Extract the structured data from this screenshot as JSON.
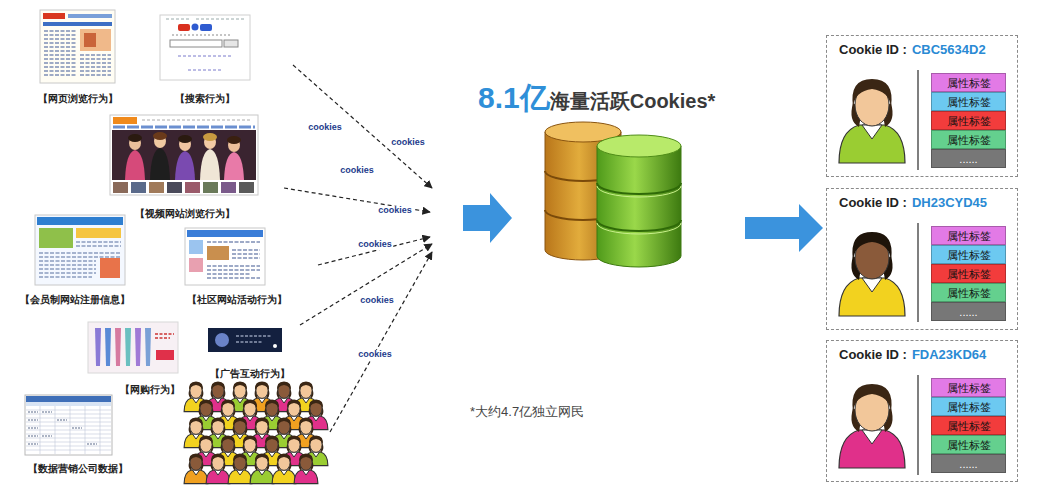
{
  "diagram": {
    "nodes": [
      {
        "text": [
          "8.1亿",
          "海量活跃Cookies*"
        ]
      },
      {
        "text": [
          "Cookie ID :",
          "CBC5634D2"
        ]
      },
      {
        "text": [
          "属性标签"
        ],
        "in": 1
      },
      {
        "text": [
          "属性标签"
        ],
        "in": 1
      },
      {
        "text": [
          "属性标签"
        ],
        "in": 1
      },
      {
        "text": [
          "属性标签"
        ],
        "in": 1
      },
      {
        "text": [
          "......"
        ],
        "in": 1
      },
      {
        "text": [
          "Cookie ID :",
          "DH23CYD45"
        ]
      },
      {
        "text": [
          "属性标签"
        ],
        "in": 7
      },
      {
        "text": [
          "属性标签"
        ],
        "in": 7
      },
      {
        "text": [
          "属性标签"
        ],
        "in": 7
      },
      {
        "text": [
          "属性标签"
        ],
        "in": 7
      },
      {
        "text": [
          "......"
        ],
        "in": 7
      },
      {
        "text": [
          "Cookie ID :",
          "FDA23KD64"
        ]
      },
      {
        "text": [
          "属性标签"
        ],
        "in": 13
      },
      {
        "text": [
          "属性标签"
        ],
        "in": 13
      },
      {
        "text": [
          "属性标签"
        ],
        "in": 13
      },
      {
        "text": [
          "属性标签"
        ],
        "in": 13
      },
      {
        "text": [
          "......"
        ],
        "in": 13
      }
    ],
    "edges": [
      {
        "from": 0,
        "to": 7,
        "arrow": "to"
      }
    ],
    "labels": [
      "【网页浏览行为】",
      "【搜索行为】",
      "【视频网站浏览行为】",
      "【会员制网站注册信息】",
      "【社区网站活动行为】",
      "【网购行为】",
      "【广告互动行为】",
      "【数据营销公司数据】",
      "cookies",
      "cookies",
      "cookies",
      "cookies",
      "cookies",
      "cookies",
      "cookies",
      "*大约4.7亿独立网民"
    ]
  }
}
